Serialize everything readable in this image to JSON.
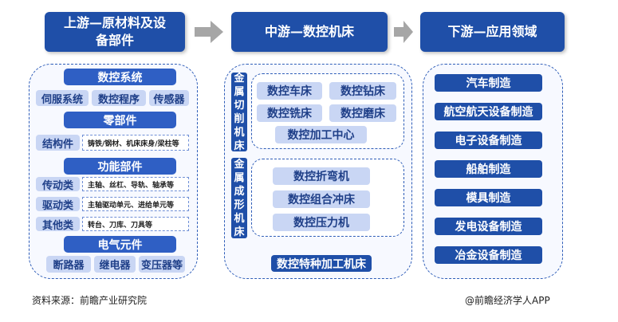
{
  "headers": {
    "upstream": "上游—原材料及设备部件",
    "midstream": "中游—数控机床",
    "downstream": "下游—应用领域"
  },
  "upstream": {
    "cnc_system": {
      "title": "数控系统",
      "items": [
        "伺服系统",
        "数控程序",
        "传感器"
      ]
    },
    "parts": {
      "title": "零部件",
      "label": "结构件",
      "detail": "铸铁/钢材、机床床身/梁柱等"
    },
    "functional_parts": {
      "title": "功能部件",
      "rows": [
        {
          "label": "传动类",
          "detail": "主轴、丝杠、导轨、轴承等"
        },
        {
          "label": "驱动类",
          "detail": "主轴驱动单元、进给单元等"
        },
        {
          "label": "其他类",
          "detail": "转台、刀库、刀具等"
        }
      ]
    },
    "electrical": {
      "title": "电气元件",
      "items": [
        "断路器",
        "继电器",
        "变压器等"
      ]
    }
  },
  "midstream": {
    "cutting": {
      "label_chars": [
        "金",
        "属",
        "切",
        "削",
        "机",
        "床"
      ],
      "items": [
        "数控车床",
        "数控钻床",
        "数控铣床",
        "数控磨床",
        "数控加工中心"
      ]
    },
    "forming": {
      "label_chars": [
        "金",
        "属",
        "成",
        "形",
        "机",
        "床"
      ],
      "items": [
        "数控折弯机",
        "数控组合冲床",
        "数控压力机"
      ]
    },
    "special": "数控特种加工机床"
  },
  "downstream": {
    "items": [
      "汽车制造",
      "航空航天设备制造",
      "电子设备制造",
      "船舶制造",
      "模具制造",
      "发电设备制造",
      "冶金设备制造"
    ]
  },
  "footer": {
    "source": "资料来源：前瞻产业研究院",
    "brand": "@前瞻经济学人APP"
  },
  "colors": {
    "header_blue": "#1f4fa8",
    "bar_blue": "#2f5fc4",
    "pill_light": "#c9d6f4",
    "arrow_gray": "#a6a6a6"
  }
}
